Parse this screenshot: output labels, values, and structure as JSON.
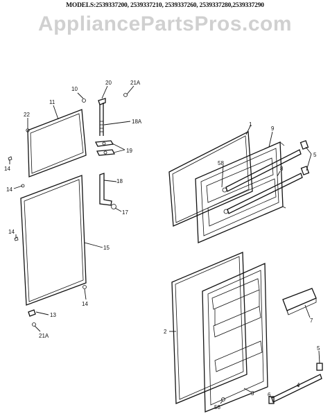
{
  "header": {
    "models": "MODELS:2539337200, 2539337210, 2539337260, 2539337280,2539337290",
    "watermark": "AppliancePartsPros.com"
  },
  "labels": {
    "p1": "1",
    "p2": "2",
    "p3": "3",
    "p4": "4",
    "p5a": "5",
    "p5b": "5",
    "p6": "6",
    "p7": "7",
    "p8": "8",
    "p9": "9",
    "p10": "10",
    "p11": "11",
    "p13": "13",
    "p14a": "14",
    "p14b": "14",
    "p14c": "14",
    "p14d": "14",
    "p15": "15",
    "p17": "17",
    "p18": "18",
    "p18a": "18A",
    "p19": "19",
    "p20": "20",
    "p21a_top": "21A",
    "p21a_bottom": "21A",
    "p22": "22",
    "p58a": "58",
    "p58b": "58"
  }
}
